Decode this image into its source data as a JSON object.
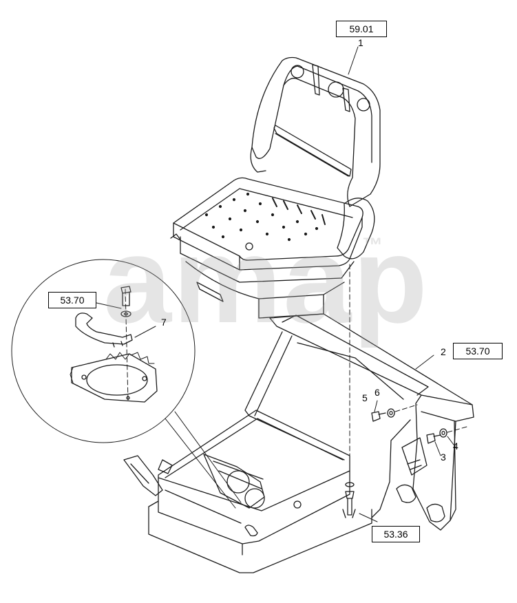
{
  "colors": {
    "line": "#1a1a1a",
    "box_border": "#000000",
    "watermark": "#a0a0a0",
    "background": "#ffffff"
  },
  "references": {
    "seat_ref": "59.01",
    "detail_ref": "53.70",
    "console_ref": "53.70",
    "bolt_ref": "53.36"
  },
  "callouts": {
    "seat": "1",
    "console": "2",
    "bolt_right": "3",
    "washer_right": "4",
    "bolt_left": "5",
    "washer_left": "6",
    "bracket": "7"
  },
  "watermark": {
    "text": "ama",
    "suffix": "p",
    "trademark": "™"
  }
}
